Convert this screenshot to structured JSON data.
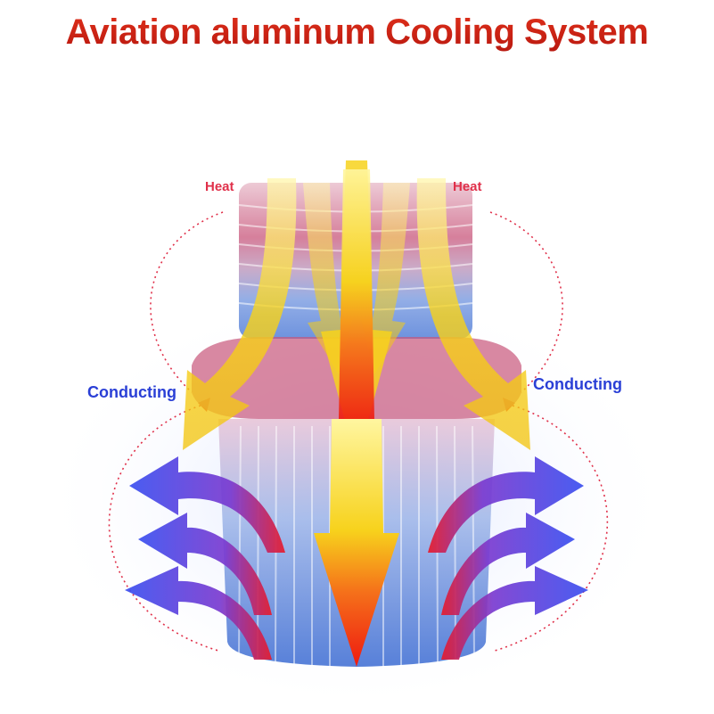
{
  "title": "Aviation aluminum Cooling System",
  "labels": {
    "heat_left": "Heat",
    "heat_right": "Heat",
    "conducting_left": "Conducting",
    "conducting_right": "Conducting"
  },
  "colors": {
    "title": "#d0261a",
    "heat_text": "#e0304a",
    "conducting_text": "#2a3fd6",
    "heat_arrow_yellow": "#f5d21e",
    "main_arrow_red": "#ee2a10",
    "cool_arrow_blue": "#3a4ff0",
    "body_pink": "#c8557a",
    "body_blue": "#4a78d8"
  },
  "icons": {
    "heat_flow": "heat-arrow-icon",
    "cooling_flow": "cooling-arrow-icon",
    "main_flow": "down-arrow-icon"
  }
}
